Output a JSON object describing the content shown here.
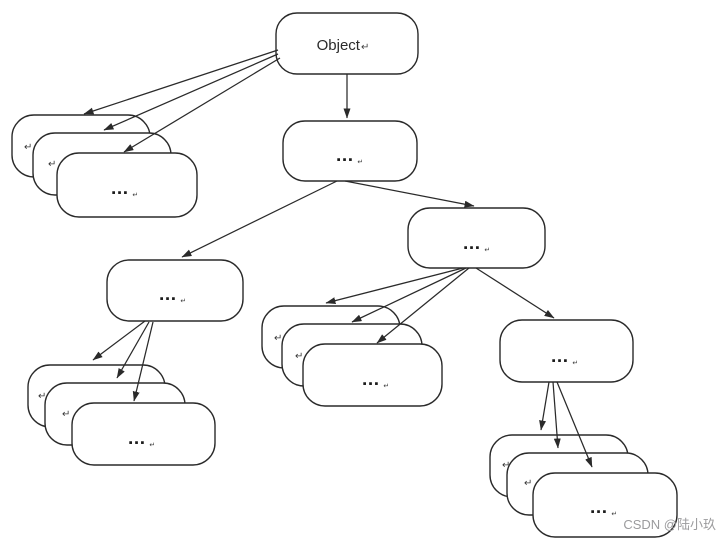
{
  "diagram": {
    "title": "object-class-hierarchy-tree",
    "nodes": {
      "root": {
        "label": "Object",
        "suffix": "↵"
      },
      "ellipsis": {
        "label": "▪▪▪",
        "suffix": "↵"
      },
      "hidden_suffix": "↵"
    }
  },
  "watermark": {
    "text": "CSDN @陆小玖"
  },
  "colors": {
    "background": "#ffffff",
    "node_fill": "#ffffff",
    "stroke": "#2a2a2a",
    "watermark": "#9b9b9d"
  }
}
